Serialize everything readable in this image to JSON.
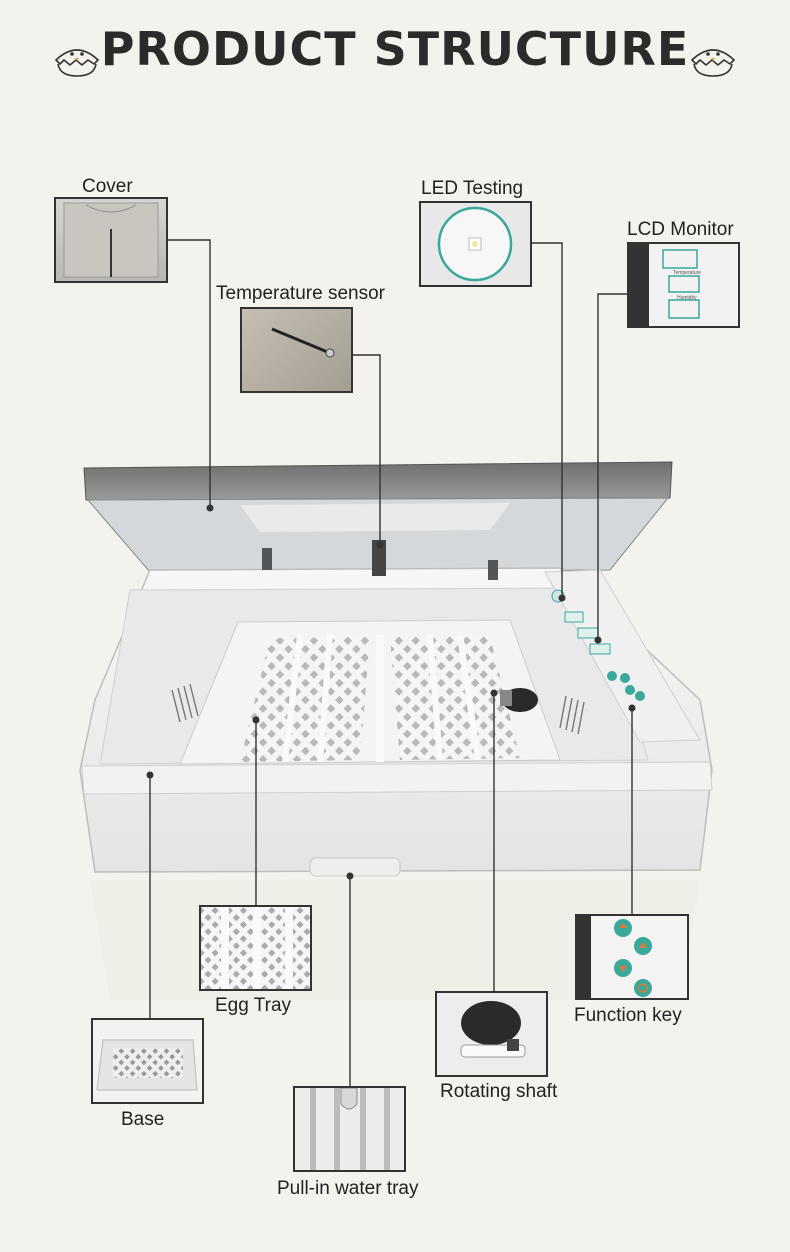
{
  "header": {
    "title": "PRODUCT STRUCTURE"
  },
  "callouts": {
    "cover": "Cover",
    "led_testing": "LED Testing",
    "lcd_monitor": "LCD Monitor",
    "temperature_sensor": "Temperature sensor",
    "egg_tray": "Egg Tray",
    "function_key": "Function key",
    "base": "Base",
    "rotating_shaft": "Rotating shaft",
    "water_tray": "Pull-in water tray"
  },
  "lcd_panel": {
    "temp_label": "Temperature",
    "humidity_label": "Humidity"
  },
  "colors": {
    "background": "#f4f2ec",
    "teal": "#3aa89a",
    "orange": "#e07a3a",
    "leader_line": "#333333"
  }
}
